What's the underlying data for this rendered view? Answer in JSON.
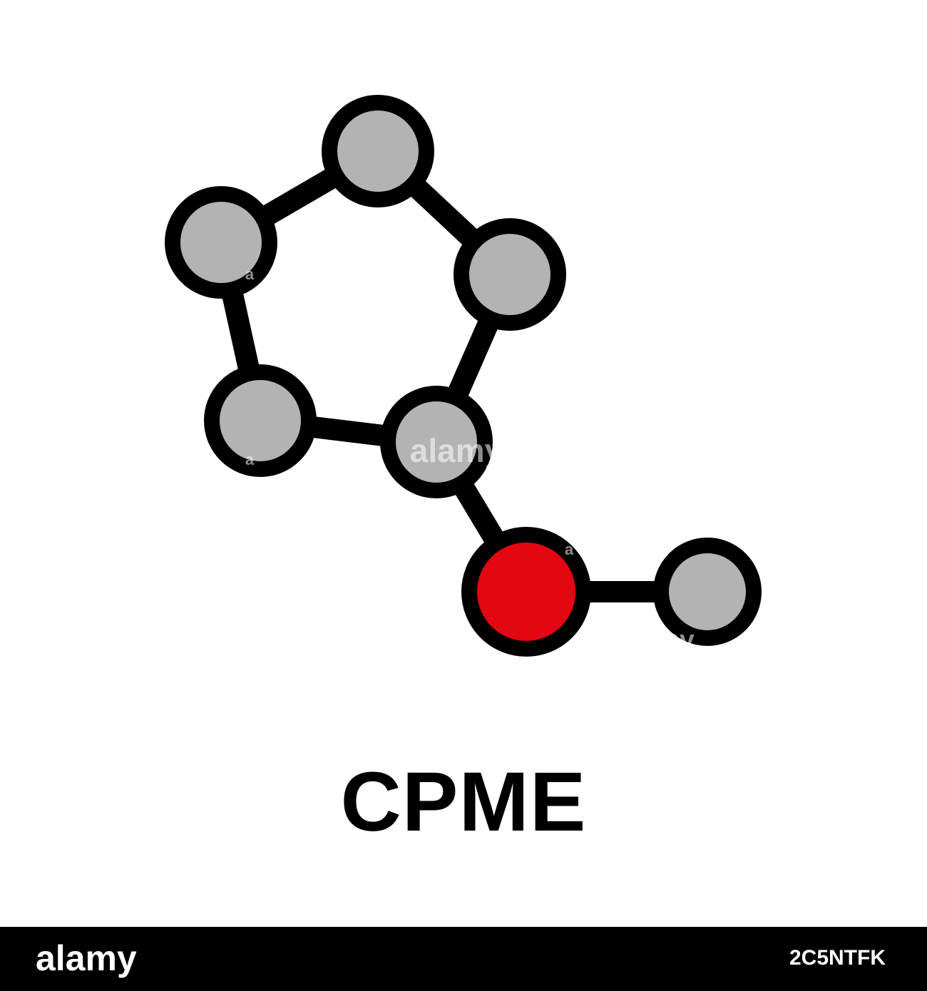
{
  "title": "CPME",
  "footer": {
    "brand": "alamy",
    "image_id": "2C5NTFK"
  },
  "watermark_text": "alamy",
  "colors": {
    "carbon": "#b3b3b3",
    "oxygen": "#e30613",
    "outline": "#000000",
    "background": "#ffffff",
    "footer": "#000000"
  },
  "atoms": [
    {
      "id": "c1",
      "element": "C",
      "color": "carbon"
    },
    {
      "id": "c2",
      "element": "C",
      "color": "carbon"
    },
    {
      "id": "c3",
      "element": "C",
      "color": "carbon"
    },
    {
      "id": "c4",
      "element": "C",
      "color": "carbon"
    },
    {
      "id": "c5",
      "element": "C",
      "color": "carbon"
    },
    {
      "id": "o1",
      "element": "O",
      "color": "oxygen"
    },
    {
      "id": "c6",
      "element": "C",
      "color": "carbon"
    }
  ],
  "bonds": [
    [
      "c1",
      "c2"
    ],
    [
      "c1",
      "c3"
    ],
    [
      "c3",
      "c5"
    ],
    [
      "c2",
      "c4"
    ],
    [
      "c4",
      "c5"
    ],
    [
      "c5",
      "o1"
    ],
    [
      "o1",
      "c6"
    ]
  ]
}
